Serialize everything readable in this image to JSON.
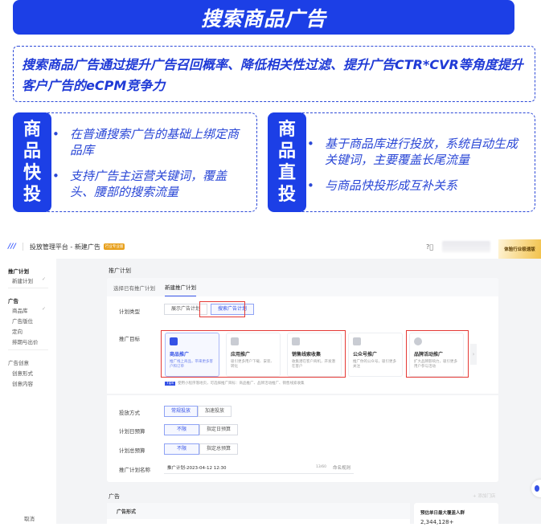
{
  "infographic": {
    "title": "搜索商品广告",
    "summary": "搜索商品广告通过提升广告召回概率、降低相关性过滤、提升广告CTR*CVR等角度提升客户广告的eCPM竞争力",
    "features": [
      {
        "label": [
          "商",
          "品",
          "快",
          "投"
        ],
        "points": [
          "在普通搜索广告的基础上绑定商品库",
          "支持广告主运营关键词，覆盖头、腰部的搜索流量"
        ]
      },
      {
        "label": [
          "商",
          "品",
          "直",
          "投"
        ],
        "points": [
          "基于商品库进行投放，系统自动生成关键词，主要覆盖长尾流量",
          "与商品快投形成互补关系"
        ]
      }
    ]
  },
  "app": {
    "title": "投放管理平台 - 新建广告",
    "badge": "行业专业版",
    "promo": "体验行业极速版",
    "help_icon": "question-circle-icon",
    "sidebar": [
      {
        "label": "推广计划",
        "heading": true
      },
      {
        "label": "新建计划",
        "done": true
      },
      {
        "label": "广告",
        "heading": true
      },
      {
        "label": "商品库",
        "done": true
      },
      {
        "label": "广告版位"
      },
      {
        "label": "定向"
      },
      {
        "label": "排期与出价"
      },
      {
        "label": "广告创意",
        "heading": true
      },
      {
        "label": "创意形式"
      },
      {
        "label": "创意内容"
      }
    ],
    "cancel": "取消",
    "section_title": "推广计划",
    "tabs": [
      "选择已有推广计划",
      "新建推广计划"
    ],
    "plan_type": {
      "label": "计划类型",
      "options": [
        "展示广告计划",
        "搜索广告计划"
      ],
      "selected": "搜索广告计划"
    },
    "goal": {
      "label": "推广目标",
      "cards": [
        {
          "title": "商品推广",
          "desc": "推广线上商品，带来更多客户和订单",
          "selected": true
        },
        {
          "title": "应用推广",
          "desc": "吸引更多用户下载、安装、转化"
        },
        {
          "title": "销售线索收集",
          "desc": "收集潜在客户商机，开发潜在客户"
        },
        {
          "title": "公众号推广",
          "desc": "推广你的公众号，吸引更多关注"
        },
        {
          "title": "品牌活动推广",
          "desc": "扩大品牌影响力，吸引更多用户参与活动"
        }
      ],
      "tips_tag": "Tips",
      "tips": "使用小程序落地页，可选择推广目标：商品推广、品牌活动推广、销售线索收集"
    },
    "delivery": {
      "label": "投放方式",
      "options": [
        "常规投放",
        "加速投放"
      ],
      "selected": "常规投放"
    },
    "daily_budget": {
      "label": "计划日预算",
      "options": [
        "不限",
        "指定日预算"
      ],
      "selected": "不限"
    },
    "total_budget": {
      "label": "计划总预算",
      "options": [
        "不限",
        "指定总预算"
      ],
      "selected": "不限"
    },
    "plan_name": {
      "label": "推广计划名称",
      "value": "推广计划-2023-04-12 12:30",
      "count": "13/60",
      "rule": "命名规则"
    },
    "ad_section": "广告",
    "add_store": "+ 添加门店",
    "ad_format": "广告形式",
    "reach": {
      "label": "预估单日最大覆盖人群",
      "value": "2,344,128+"
    }
  },
  "colors": {
    "brand": "#1c3fe6",
    "highlight": "#e53935"
  }
}
